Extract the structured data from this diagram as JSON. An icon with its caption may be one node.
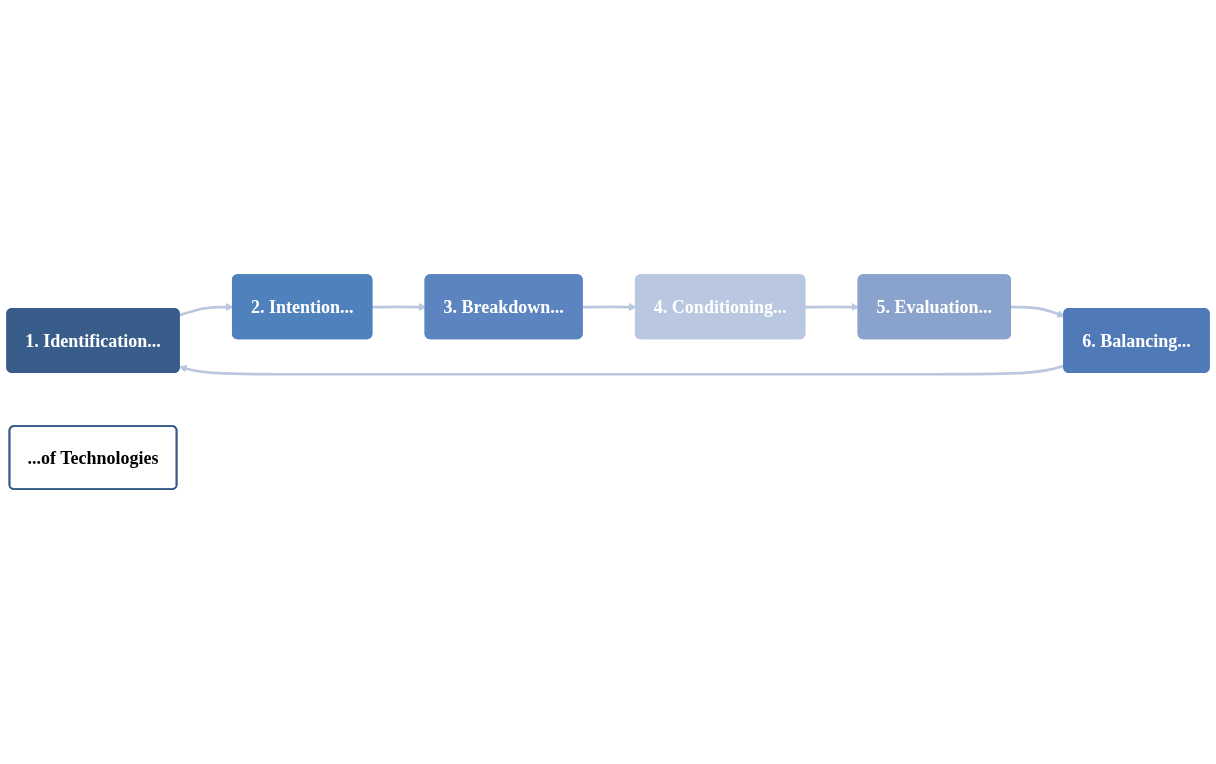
{
  "diagram": {
    "nodes": [
      {
        "text": [
          "1. Identification..."
        ]
      },
      {
        "text": [
          "2. Intention..."
        ]
      },
      {
        "text": [
          "3. Breakdown..."
        ]
      },
      {
        "text": [
          "4. Conditioning..."
        ]
      },
      {
        "text": [
          "5. Evaluation..."
        ]
      },
      {
        "text": [
          "6. Balancing..."
        ]
      },
      {
        "text": [
          "...of Technologies"
        ]
      }
    ],
    "edges": [
      {
        "from": 0,
        "to": 1,
        "arrow": "to"
      },
      {
        "from": 1,
        "to": 2,
        "arrow": "to"
      },
      {
        "from": 2,
        "to": 3,
        "arrow": "to"
      },
      {
        "from": 3,
        "to": 4,
        "arrow": "to"
      },
      {
        "from": 4,
        "to": 5,
        "arrow": "to"
      },
      {
        "from": 5,
        "to": 0,
        "arrow": "to"
      }
    ]
  }
}
